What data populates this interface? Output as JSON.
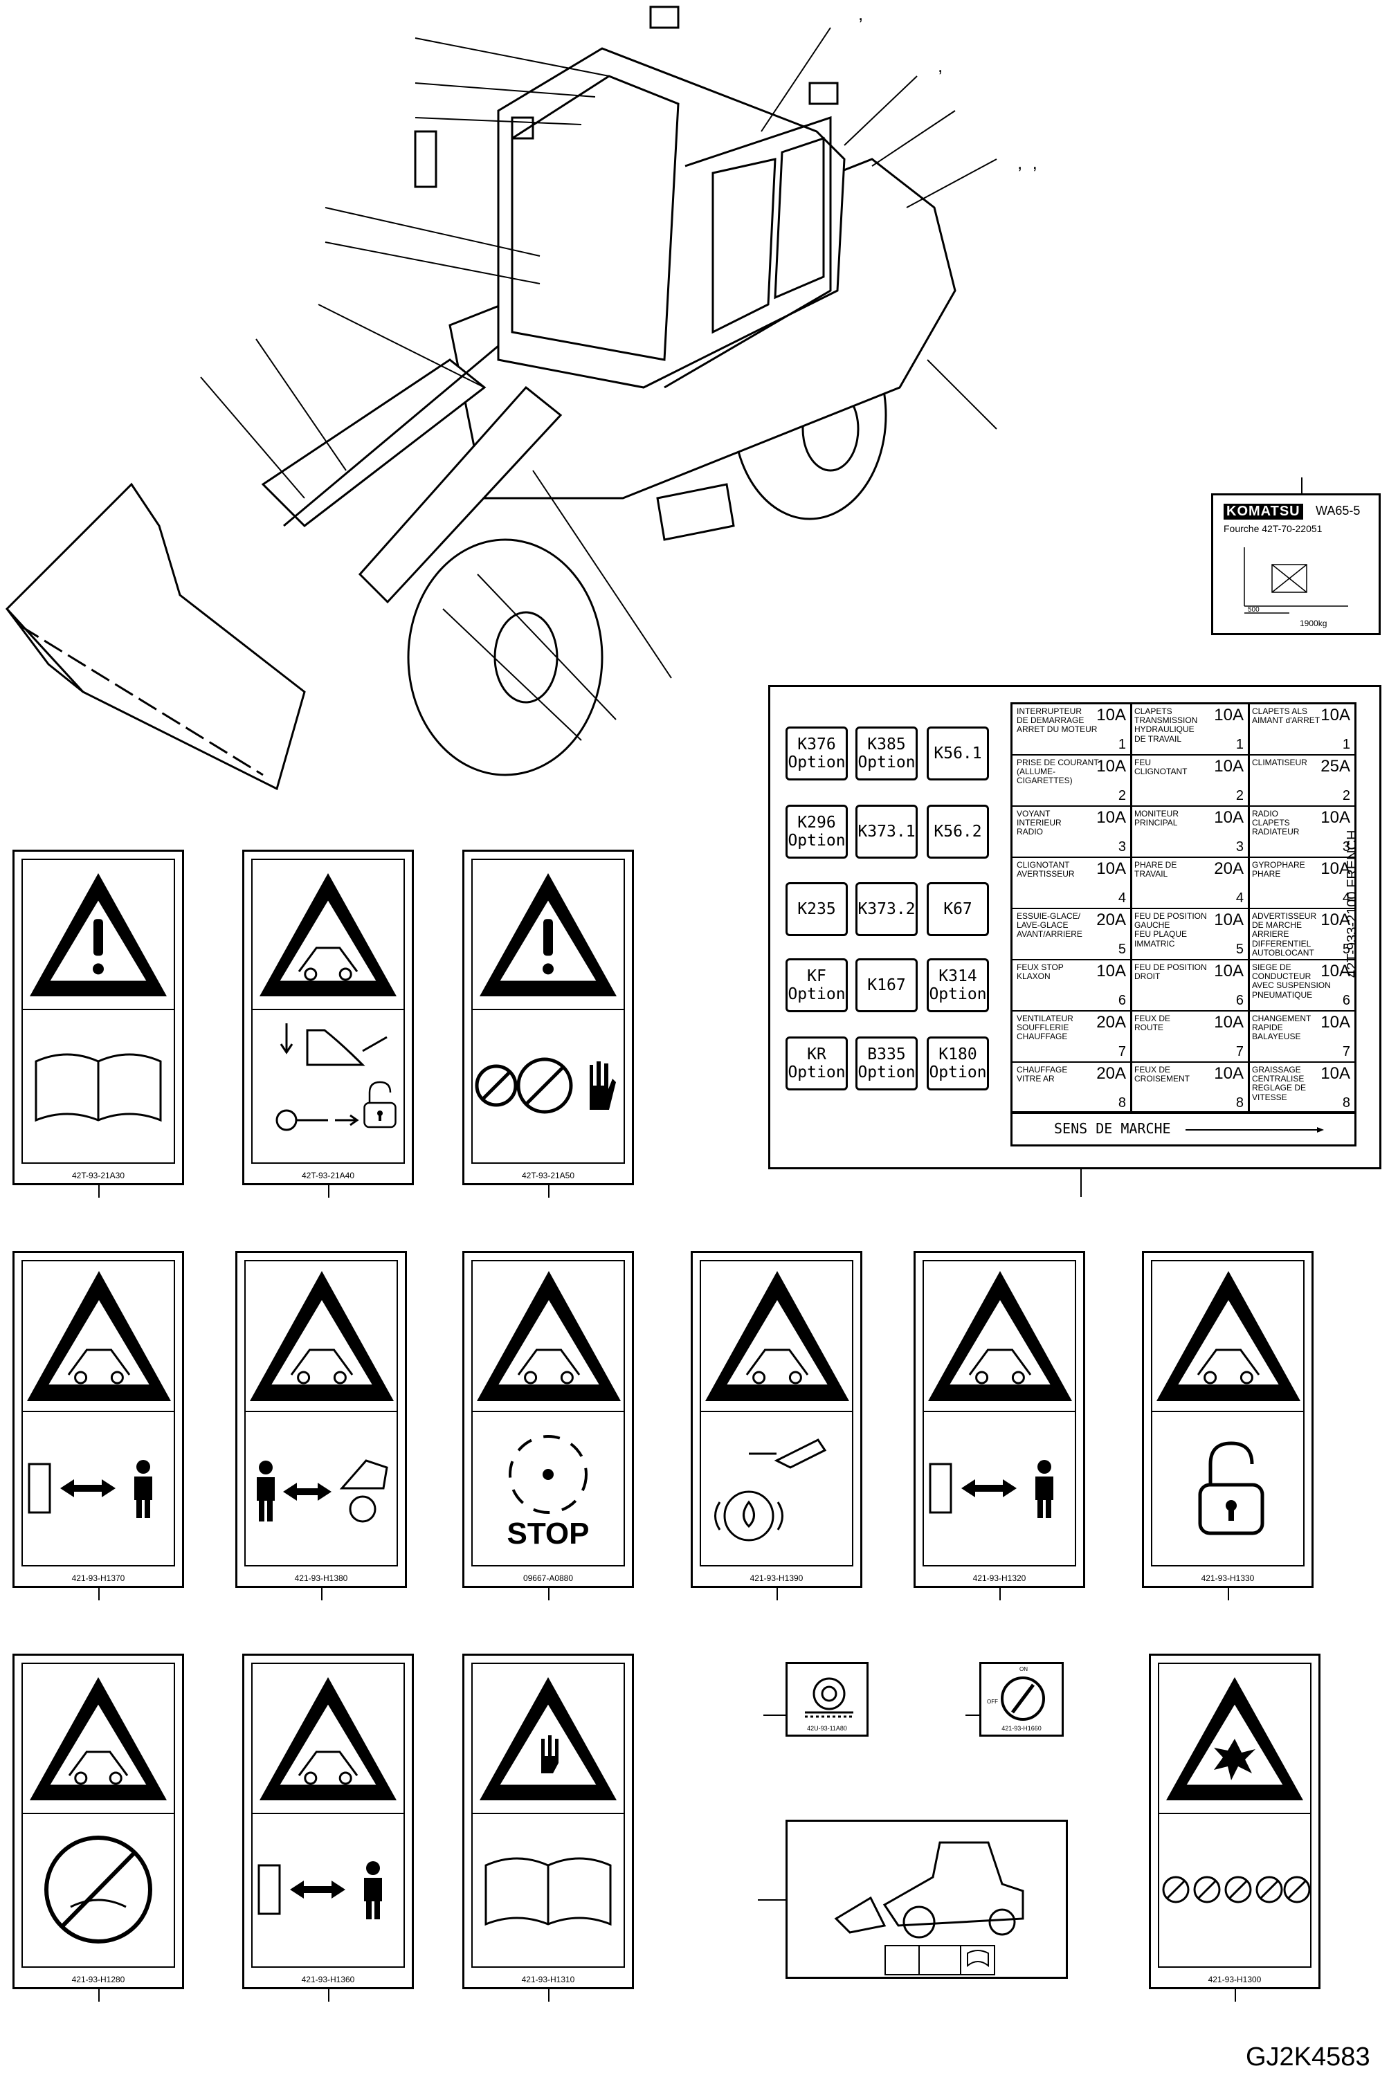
{
  "figure_id": "GJ2K4583",
  "machine_plate": {
    "brand": "KOMATSU",
    "model": "WA65-5",
    "line2": "Fourche 42T-70-22051",
    "dim": "500",
    "load": "1900kg"
  },
  "fuse_panel": {
    "side_label": "42T-933-2100  FRENCH",
    "footer": "SENS DE MARCHE",
    "relays": [
      [
        "K376 Option",
        "K385 Option",
        "K56.1"
      ],
      [
        "K296 Option",
        "K373.1",
        "K56.2"
      ],
      [
        "K235",
        "K373.2",
        "K67"
      ],
      [
        "KF Option",
        "K167",
        "K314 Option"
      ],
      [
        "KR Option",
        "B335 Option",
        "K180 Option"
      ]
    ],
    "fuses": [
      [
        {
          "label": "INTERRUPTEUR\nDE DEMARRAGE\nARRET DU MOTEUR",
          "amp": "10A",
          "n": "1"
        },
        {
          "label": "PRISE DE COURANT\n(ALLUME-\n CIGARETTES)",
          "amp": "10A",
          "n": "2"
        },
        {
          "label": "VOYANT\nINTERIEUR\nRADIO",
          "amp": "10A",
          "n": "3"
        },
        {
          "label": "CLIGNOTANT\nAVERTISSEUR",
          "amp": "10A",
          "n": "4"
        },
        {
          "label": "ESSUIE-GLACE/\nLAVE-GLACE\nAVANT/ARRIERE",
          "amp": "20A",
          "n": "5"
        },
        {
          "label": "FEUX STOP\nKLAXON",
          "amp": "10A",
          "n": "6"
        },
        {
          "label": "VENTILATEUR\nSOUFFLERIE\nCHAUFFAGE",
          "amp": "20A",
          "n": "7"
        },
        {
          "label": "CHAUFFAGE\nVITRE AR",
          "amp": "20A",
          "n": "8"
        }
      ],
      [
        {
          "label": "CLAPETS\nTRANSMISSION\nHYDRAULIQUE\nDE TRAVAIL",
          "amp": "10A",
          "n": "1"
        },
        {
          "label": "FEU\nCLIGNOTANT",
          "amp": "10A",
          "n": "2"
        },
        {
          "label": "MONITEUR\nPRINCIPAL",
          "amp": "10A",
          "n": "3"
        },
        {
          "label": "PHARE DE\nTRAVAIL",
          "amp": "20A",
          "n": "4"
        },
        {
          "label": "FEU DE POSITION\nGAUCHE\nFEU PLAQUE\nIMMATRIC",
          "amp": "10A",
          "n": "5"
        },
        {
          "label": "FEU DE POSITION\nDROIT",
          "amp": "10A",
          "n": "6"
        },
        {
          "label": "FEUX DE\nROUTE",
          "amp": "10A",
          "n": "7"
        },
        {
          "label": "FEUX DE\nCROISEMENT",
          "amp": "10A",
          "n": "8"
        }
      ],
      [
        {
          "label": "CLAPETS ALS\nAIMANT d'ARRET",
          "amp": "10A",
          "n": "1"
        },
        {
          "label": "CLIMATISEUR",
          "amp": "25A",
          "n": "2"
        },
        {
          "label": "RADIO\nCLAPETS\nRADIATEUR",
          "amp": "10A",
          "n": "3"
        },
        {
          "label": "GYROPHARE\nPHARE",
          "amp": "10A",
          "n": "4"
        },
        {
          "label": "ADVERTISSEUR\nDE MARCHE ARRIERE\nDIFFERENTIEL\nAUTOBLOCANT",
          "amp": "10A",
          "n": "5"
        },
        {
          "label": "SIEGE DE CONDUCTEUR\nAVEC SUSPENSION\nPNEUMATIQUE",
          "amp": "10A",
          "n": "6"
        },
        {
          "label": "CHANGEMENT\nRAPIDE\nBALAYEUSE",
          "amp": "10A",
          "n": "7"
        },
        {
          "label": "GRAISSAGE\nCENTRALISE\nREGLAGE DE VITESSE",
          "amp": "10A",
          "n": "8"
        }
      ]
    ]
  },
  "decals_row1": [
    {
      "code": "42T-93-21A30"
    },
    {
      "code": "42T-93-21A40"
    },
    {
      "code": "42T-93-21A50"
    }
  ],
  "decals_row2": [
    {
      "code": "421-93-H1370"
    },
    {
      "code": "421-93-H1380"
    },
    {
      "code": "09667-A0880",
      "stop": "STOP"
    },
    {
      "code": "421-93-H1390"
    },
    {
      "code": "421-93-H1320"
    },
    {
      "code": "421-93-H1330"
    }
  ],
  "decals_row3": [
    {
      "code": "421-93-H1280"
    },
    {
      "code": "421-93-H1360"
    },
    {
      "code": "421-93-H1310"
    },
    {
      "code": "421-93-H1300"
    }
  ],
  "small_decals": {
    "left_code": "42U-93-11A80",
    "right_code": "421-93-H1660",
    "right_top": "ON",
    "right_side": "OFF"
  },
  "callout_marks": [
    ",",
    ",",
    ",  ,"
  ]
}
